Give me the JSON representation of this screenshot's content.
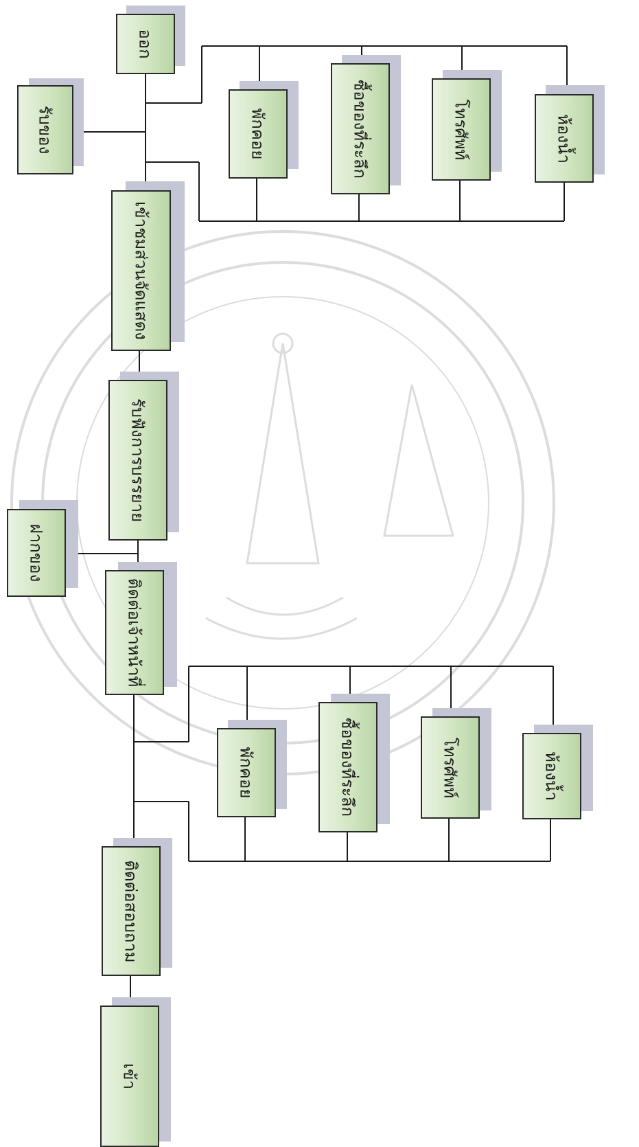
{
  "diagram": {
    "nodes": {
      "receive_items": "รับของ",
      "exit": "ออก",
      "rest_top": "พักคอย",
      "souvenir_top": "ซื้อของที่ระลึก",
      "phone_top": "โทรศัพท์",
      "toilet_top": "ห้องน้ำ",
      "view_exhibition": "เข้าชมส่วนจัดแสดง",
      "listen_lecture": "รับฟังการบรรยาย",
      "deposit_items": "ฝากของ",
      "contact_staff": "ติดต่อเจ้าหน้าที่",
      "rest_bottom": "พักคอย",
      "souvenir_bottom": "ซื้อของที่ระลึก",
      "phone_bottom": "โทรศัพท์",
      "toilet_bottom": "ห้องน้ำ",
      "inquiry": "ติดต่อสอบถาม",
      "enter": "เข้า"
    }
  }
}
